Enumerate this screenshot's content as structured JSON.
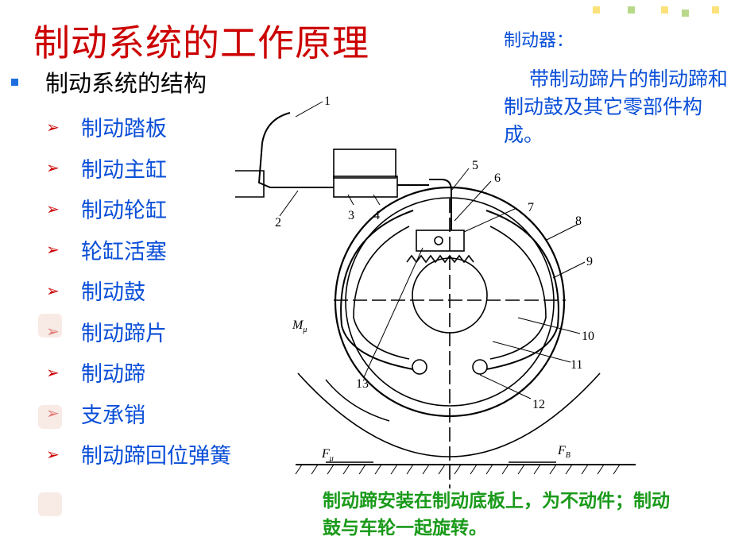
{
  "title": "制动系统的工作原理",
  "section_heading": "制动系统的结构",
  "components": [
    "制动踏板",
    "制动主缸",
    "制动轮缸",
    "轮缸活塞",
    "制动鼓",
    "制动蹄片",
    "制动蹄",
    "支承销",
    "制动蹄回位弹簧"
  ],
  "brake_note": {
    "title": "制动器：",
    "body": "带制动蹄片的制动蹄和制动鼓及其它零部件构成。"
  },
  "bottom_note": "制动蹄安装在制动底板上，为不动件；制动鼓与车轮一起旋转。",
  "diagram": {
    "part_numbers": [
      "1",
      "2",
      "3",
      "4",
      "5",
      "6",
      "7",
      "8",
      "9",
      "10",
      "11",
      "12",
      "13"
    ],
    "labels": {
      "moment": "M",
      "moment_sub": "μ",
      "f_mu": "F",
      "f_mu_sub": "μ",
      "f_b": "F",
      "f_b_sub": "B"
    }
  }
}
